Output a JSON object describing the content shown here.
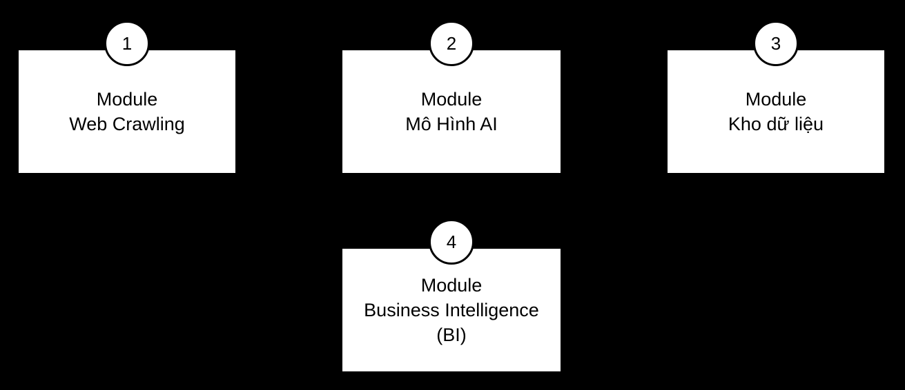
{
  "colors": {
    "background": "#000000",
    "box_fill": "#ffffff",
    "box_border": "#000000",
    "text": "#000000"
  },
  "modules": [
    {
      "number": "1",
      "lines": {
        "0": "Module",
        "1": "Web Crawling"
      }
    },
    {
      "number": "2",
      "lines": {
        "0": "Module",
        "1": "Mô Hình AI"
      }
    },
    {
      "number": "3",
      "lines": {
        "0": "Module",
        "1": "Kho dữ liệu"
      }
    },
    {
      "number": "4",
      "lines": {
        "0": "Module",
        "1": "Business Intelligence",
        "2": "(BI)"
      }
    }
  ]
}
